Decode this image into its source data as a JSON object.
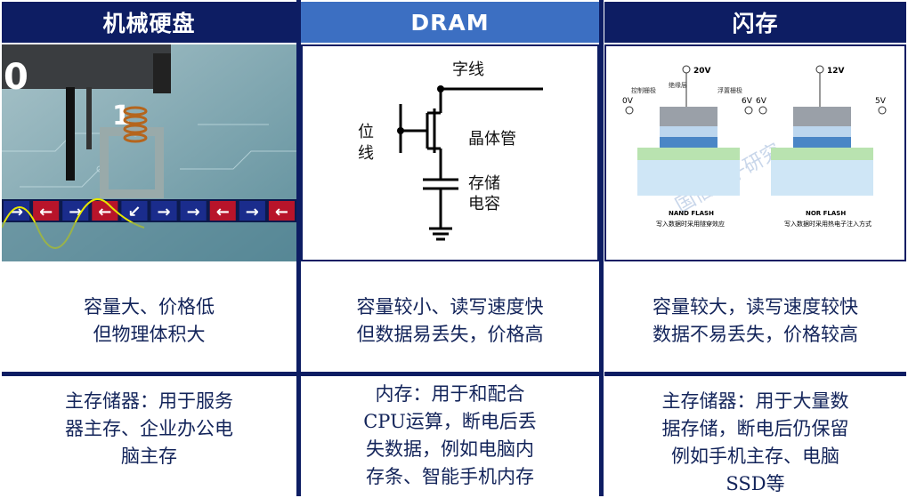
{
  "columns": [
    {
      "title": "机械硬盘",
      "image_caption": "",
      "row1": [
        "容量大、价格低",
        "但物理体积大"
      ],
      "row2": [
        "主存储器：用于服务",
        "器主存、企业办公电",
        "脑主存"
      ]
    },
    {
      "title": "DRAM",
      "row1": [
        "容量较小、读写速度快",
        "但数据易丢失，价格高"
      ],
      "row2": [
        "内存：用于和配合",
        "CPU运算，断电后丢",
        "失数据，例如电脑内",
        "存条、智能手机内存"
      ]
    },
    {
      "title": "闪存",
      "row1": [
        "容量较大，读写速度较快",
        "数据不易丢失，价格较高"
      ],
      "row2": [
        "主存储器：用于大量数",
        "据存储，断电后仍保留",
        "例如手机主存、电脑",
        "SSD等"
      ]
    }
  ],
  "dram_diagram": {
    "word_line": "字线",
    "bit_line": [
      "位",
      "线"
    ],
    "transistor": "晶体管",
    "capacitor": [
      "存储",
      "电容"
    ]
  },
  "flash_diagram": {
    "nand": {
      "top_voltage": "20V",
      "left_voltage": "0V",
      "right_voltage": "6V",
      "title": "NAND FLASH",
      "caption": "写入数据时采用隧穿效应"
    },
    "nor": {
      "top_voltage": "12V",
      "left_voltage": "6V",
      "right_voltage": "5V",
      "title": "NOR FLASH",
      "caption": "写入数据时采用热电子注入方式"
    },
    "labels": {
      "control_gate": "控制栅极",
      "insulator": "绝缘层",
      "floating_gate": "浮置栅极"
    },
    "watermark": "国信电子研究"
  },
  "hdd_arrows": [
    "→",
    "←",
    "→",
    "←",
    "↙",
    "→",
    "→",
    "←",
    "→",
    "←"
  ],
  "colors": {
    "header_dark": "#0d1d63",
    "header_light": "#3c6fc2",
    "text": "#13245a"
  }
}
